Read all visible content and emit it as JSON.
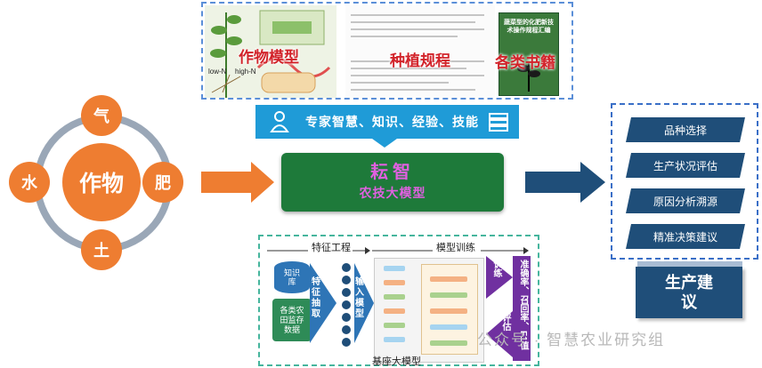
{
  "left_cycle": {
    "center": "作物",
    "top": "气",
    "left": "水",
    "right": "肥",
    "bottom": "土"
  },
  "top_panel": {
    "crop_model_label": "作物模型",
    "planting_label": "种植规程",
    "books_label": "各类书籍",
    "crop_tags": [
      "low-N",
      "high-N"
    ],
    "book_title": "蔬菜型的化肥新技术操作规程汇编"
  },
  "banner": {
    "text": "专家智慧、知识、经验、技能"
  },
  "model": {
    "title": "耘智",
    "subtitle": "农技大模型"
  },
  "right_panel": {
    "items": [
      "品种选择",
      "生产状况评估",
      "原因分析溯源",
      "精准决策建议"
    ]
  },
  "advice": {
    "text": "生产建议"
  },
  "bottom_panel": {
    "feature_label": "特征工程",
    "train_label": "模型训练",
    "kb_label": "知识库",
    "data_label": "各类农田监存数据",
    "extract_label": "特征抽取",
    "input_label": "输入模型",
    "train_side": "训练",
    "eval_side": "评估",
    "metric_label": "准确率、召回率、F1值",
    "footer": "基座大模型"
  },
  "watermark": {
    "text": "公众号 · 智慧农业研究组"
  },
  "colors": {
    "orange": "#ee7d31",
    "navy": "#1f4e79",
    "green": "#1e7a3a",
    "blue": "#1f9bd7",
    "magenta": "#e060e0",
    "red": "#d2232a"
  }
}
